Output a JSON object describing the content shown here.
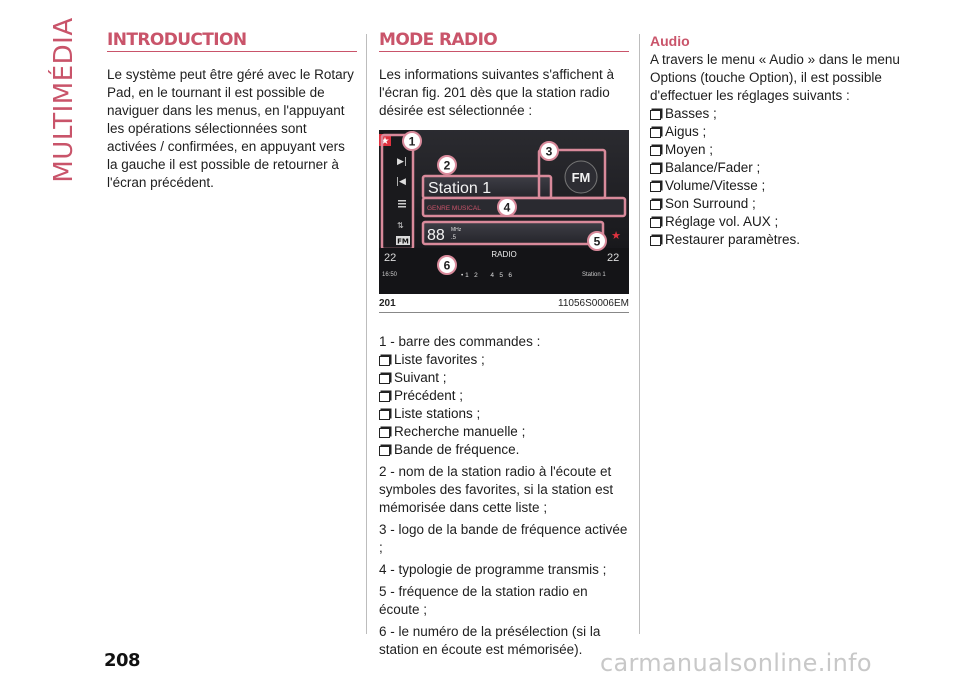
{
  "section_tab": "MULTIMÉDIA",
  "col1": {
    "heading": "INTRODUCTION",
    "body": "Le système peut être géré avec le Rotary Pad, en le tournant il est possible de naviguer dans les menus, en l'appuyant les opérations sélectionnées sont activées / confirmées, en appuyant vers la gauche il est possible de retourner à l'écran précédent."
  },
  "col2": {
    "heading": "MODE RADIO",
    "intro": "Les informations suivantes s'affichent à l'écran fig. 201 dès que la station radio désirée est sélectionnée :",
    "figure": {
      "number": "201",
      "code": "11056S0006EM",
      "screen": {
        "station": "Station 1",
        "genre": "GENRE MUSICAL",
        "band": "FM",
        "frequency": "88",
        "freq_unit_top": "MHz",
        "freq_unit_bottom": ".5",
        "mode": "RADIO",
        "temp_left": "22",
        "temp_right": "22",
        "clock": "16:50",
        "preset_label": "Station 1",
        "presets": "• 1   2       4   5   6",
        "callouts": [
          "1",
          "2",
          "3",
          "4",
          "5",
          "6"
        ],
        "fm_icon": "FM",
        "accent_color": "#e0323f"
      }
    },
    "item1": "1 - barre des commandes :",
    "item1_list": [
      "Liste favorites ;",
      "Suivant ;",
      "Précédent ;",
      "Liste stations ;",
      "Recherche manuelle ;",
      "Bande de fréquence."
    ],
    "item2": "2 - nom de la station radio à l'écoute et symboles des favorites, si la station est mémorisée dans cette liste ;",
    "item3": "3 - logo de la bande de fréquence activée ;",
    "item4": "4 - typologie de programme transmis ;",
    "item5": "5 - fréquence de la station radio en écoute ;",
    "item6": "6 - le numéro de la présélection (si la station en écoute est mémorisée)."
  },
  "col3": {
    "heading": "Audio",
    "body": "A travers le menu « Audio » dans le menu Options (touche Option), il est possible d'effectuer les réglages suivants :",
    "list": [
      "Basses ;",
      "Aigus ;",
      "Moyen ;",
      "Balance/Fader ;",
      "Volume/Vitesse ;",
      "Son Surround ;",
      "Réglage vol. AUX ;",
      "Restaurer paramètres."
    ]
  },
  "page_number": "208",
  "watermark": "carmanualsonline.info"
}
